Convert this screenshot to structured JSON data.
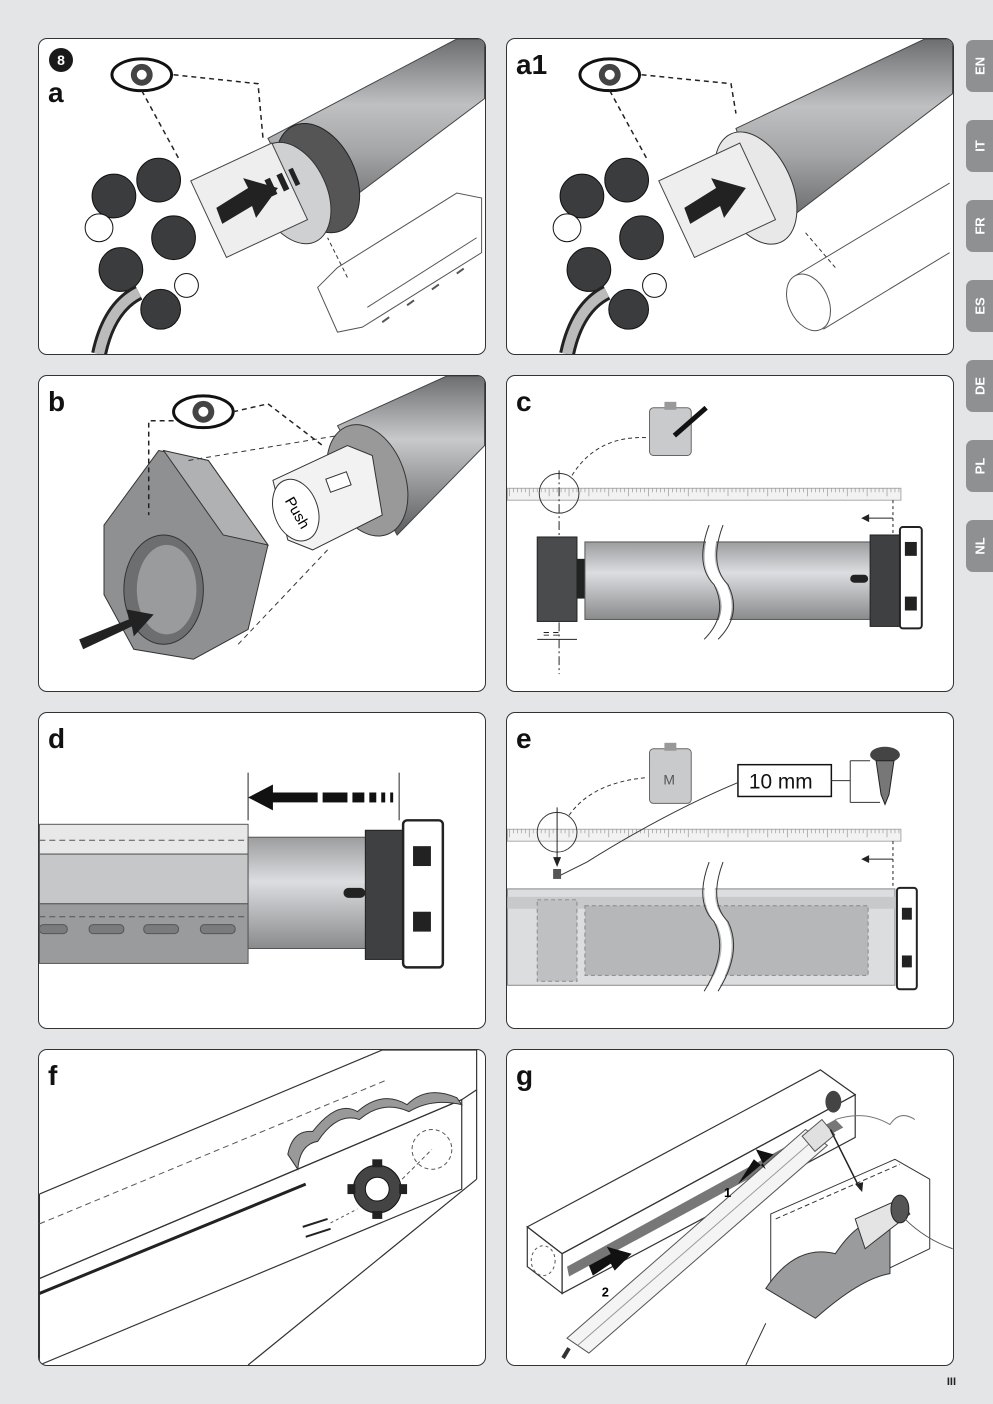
{
  "figure_number": "8",
  "panels": {
    "a": {
      "label": "a"
    },
    "a1": {
      "label": "a1"
    },
    "b": {
      "label": "b",
      "push_text": "Push"
    },
    "c": {
      "label": "c",
      "dim_marks": "= ="
    },
    "d": {
      "label": "d"
    },
    "e": {
      "label": "e",
      "dimension": "10 mm",
      "tag_letter": "M"
    },
    "f": {
      "label": "f"
    },
    "g": {
      "label": "g",
      "step1": "1",
      "step2": "2"
    }
  },
  "languages": [
    "EN",
    "IT",
    "FR",
    "ES",
    "DE",
    "PL",
    "NL"
  ],
  "page_number": "III",
  "colors": {
    "tab": "#8e9092",
    "background": "#e4e5e6",
    "panel_border": "#333333"
  }
}
